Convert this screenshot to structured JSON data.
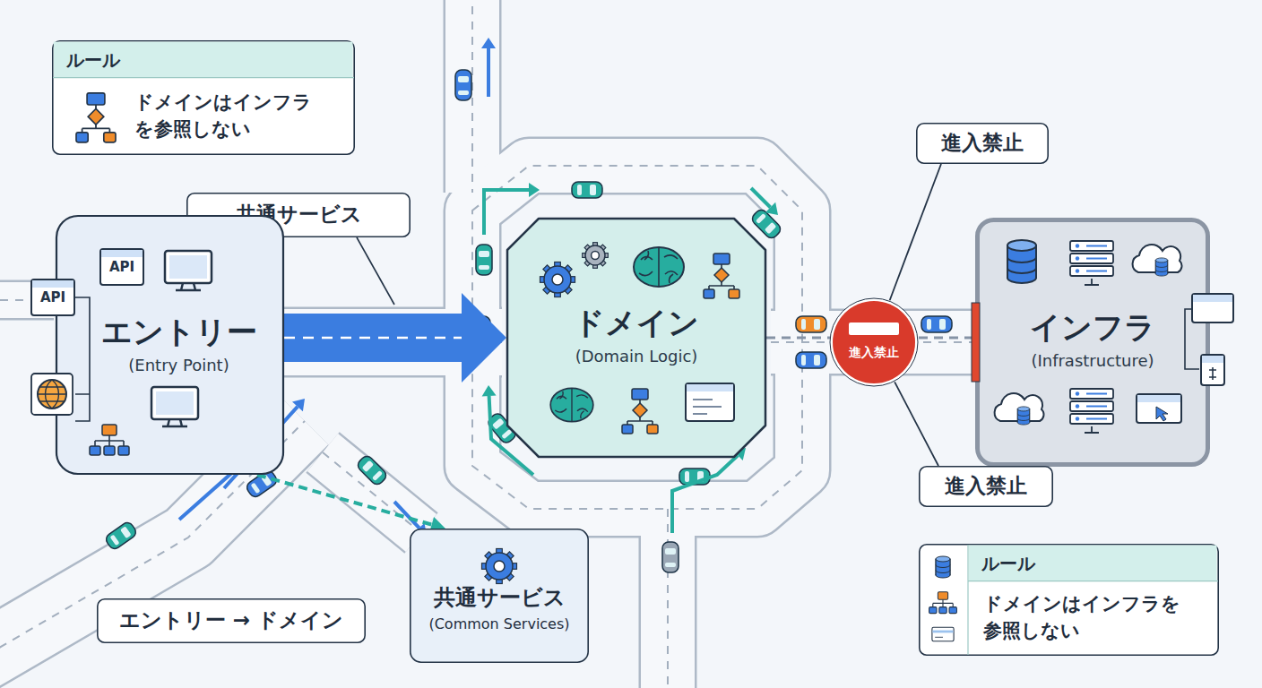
{
  "diagram": {
    "nodes": [
      {
        "text": [
          "ルール",
          "ドメインはインフラ を参照しない"
        ]
      },
      {
        "text": [
          "進入禁止"
        ]
      },
      {
        "text": [
          "共通サービス"
        ]
      },
      {
        "text": [
          "エントリー",
          "(Entry Point)"
        ]
      },
      {
        "text": [
          "ドメイン",
          "(Domain Logic)"
        ]
      },
      {
        "text": [
          "進入禁止"
        ]
      },
      {
        "text": [
          "インフラ",
          "(Infrastructure)"
        ]
      },
      {
        "text": [
          "進入禁止"
        ]
      },
      {
        "text": [
          "共通サービス",
          "(Common Services)"
        ]
      },
      {
        "text": [
          "ルール",
          "ドメインはインフラを 参照しない"
        ]
      },
      {
        "text": [
          "エントリー → ドメイン"
        ]
      }
    ],
    "edges": [
      {
        "from": 3,
        "to": 4,
        "arrow": "to"
      },
      {
        "from": 3,
        "to": 8,
        "arrow": "to"
      },
      {
        "from": 4,
        "to": 6,
        "arrow": "none"
      },
      {
        "from": 1,
        "to": 5,
        "arrow": "none"
      },
      {
        "from": 7,
        "to": 5,
        "arrow": "none"
      }
    ],
    "labels": [
      "API",
      "API"
    ]
  }
}
